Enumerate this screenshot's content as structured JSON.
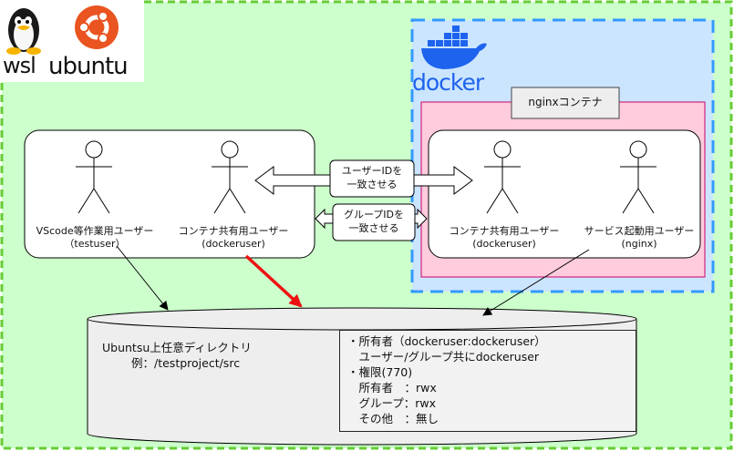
{
  "logos": {
    "wsl": "wsl",
    "ubuntu": "ubuntu",
    "docker": "docker"
  },
  "container_box": {
    "label": "nginxコンテナ"
  },
  "actors": {
    "vscode_user": {
      "label": "VScode等作業用ユーザー",
      "sub": "（testuser）"
    },
    "host_shared_user": {
      "label": "コンテナ共有用ユーザー",
      "sub": "(dockeruser)"
    },
    "container_shared_user": {
      "label": "コンテナ共有用ユーザー",
      "sub": "(dockeruser)"
    },
    "service_user": {
      "label": "サービス起動用ユーザー",
      "sub": "(nginx)"
    }
  },
  "arrows": {
    "uid": {
      "line1": "ユーザーIDを",
      "line2": "一致させる"
    },
    "gid": {
      "line1": "グループIDを",
      "line2": "一致させる"
    }
  },
  "storage": {
    "title": "Ubuntsu上任意ディレクトリ",
    "example": "例：/testproject/src",
    "info": [
      "・所有者（dockeruser:dockeruser）",
      "　ユーザー/グループ共にdockeruser",
      "・権限(770)",
      "　所有者　：rwx",
      "　グループ：rwx",
      "　その他　：無し"
    ]
  },
  "colors": {
    "outer_fill": "#ccffcc",
    "outer_border": "#66cc33",
    "docker_fill": "#cce5ff",
    "docker_border": "#3399ff",
    "container_fill": "#ffccdd",
    "container_border": "#cc0066",
    "docker_blue": "#1d63ed",
    "ubuntu_orange": "#e95420",
    "red_arrow": "#ee1111"
  }
}
